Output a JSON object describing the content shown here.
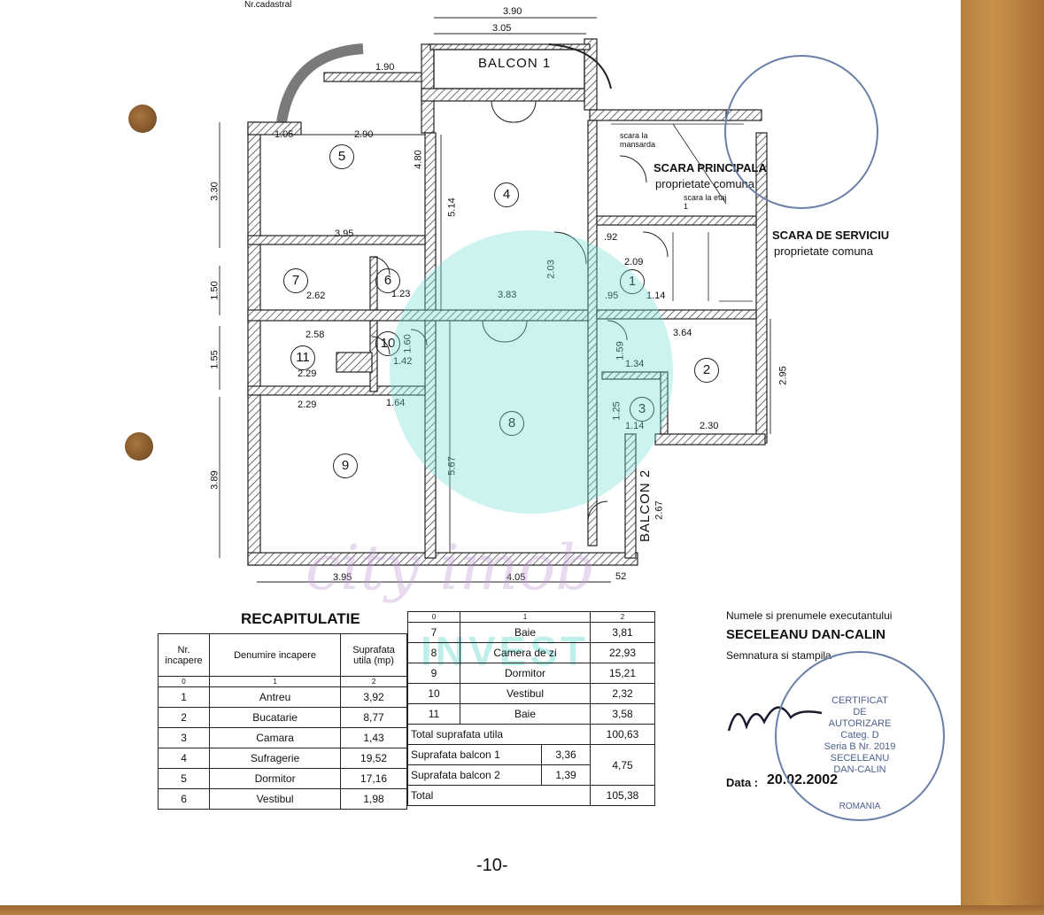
{
  "header": {
    "cadastral": "Nr.cadastral"
  },
  "plan": {
    "balcon1": "BALCON 1",
    "balcon2": "BALCON 2",
    "scara_principala": "SCARA PRINCIPALA",
    "scara_principala_sub": "proprietate comuna",
    "scara_serviciu": "SCARA DE SERVICIU",
    "scara_serviciu_sub": "proprietate comuna",
    "scara_mansarda": "scara la mansarda",
    "scara_etaj1": "scara la etaj 1",
    "rooms": [
      "1",
      "2",
      "3",
      "4",
      "5",
      "6",
      "7",
      "8",
      "9",
      "10",
      "11"
    ],
    "dims": {
      "d390": "3.90",
      "d305": "3.05",
      "d190": "1.90",
      "d105": "1.05",
      "d290": "2.90",
      "d330": "3.30",
      "d395": "3.95",
      "d262": "2.62",
      "d258": "2.58",
      "d229": "2.29",
      "d229b": "2.29",
      "d150": "1.50",
      "d155": "1.55",
      "d389": "3.89",
      "d514": "5.14",
      "d383": "3.83",
      "d203": "2.03",
      "d209": "2.09",
      "d095": ".95",
      "d114": "1.14",
      "d364": "3.64",
      "d295": "2.95",
      "d134": "1.34",
      "d230": "2.30",
      "d114b": "1.14",
      "d567": "5.67",
      "d405": "4.05",
      "d395b": "3.95",
      "d052": "52",
      "d267": "2.67",
      "d480": "4.80",
      "d142": "1.42",
      "d164": "1.64",
      "d123": "1.23",
      "d125": "1.25",
      "d092": ".92",
      "d159": "1.59",
      "d160": "1.60"
    }
  },
  "recap": {
    "title": "RECAPITULATIE",
    "head": {
      "nr": "Nr. incapere",
      "den": "Denumire incapere",
      "sup": "Suprafata utila (mp)"
    },
    "colnums": [
      "0",
      "1",
      "2"
    ],
    "left_rows": [
      {
        "nr": "1",
        "den": "Antreu",
        "sup": "3,92"
      },
      {
        "nr": "2",
        "den": "Bucatarie",
        "sup": "8,77"
      },
      {
        "nr": "3",
        "den": "Camara",
        "sup": "1,43"
      },
      {
        "nr": "4",
        "den": "Sufragerie",
        "sup": "19,52"
      },
      {
        "nr": "5",
        "den": "Dormitor",
        "sup": "17,16"
      },
      {
        "nr": "6",
        "den": "Vestibul",
        "sup": "1,98"
      }
    ],
    "right_rows": [
      {
        "nr": "7",
        "den": "Baie",
        "sup": "3,81"
      },
      {
        "nr": "8",
        "den": "Camera de zi",
        "sup": "22,93"
      },
      {
        "nr": "9",
        "den": "Dormitor",
        "sup": "15,21"
      },
      {
        "nr": "10",
        "den": "Vestibul",
        "sup": "2,32"
      },
      {
        "nr": "11",
        "den": "Baie",
        "sup": "3,58"
      }
    ],
    "total_utila_label": "Total suprafata utila",
    "total_utila": "100,63",
    "balcon1_label": "Suprafata balcon 1",
    "balcon1": "3,36",
    "balcon2_label": "Suprafata balcon 2",
    "balcon2": "1,39",
    "balcon_sum": "4,75",
    "total_label": "Total",
    "total": "105,38"
  },
  "executant": {
    "label": "Numele si prenumele executantului",
    "name": "SECELEANU DAN-CALIN",
    "sign": "Semnatura si stampila",
    "date_label": "Data :",
    "date": "20.02.2002"
  },
  "stamp": {
    "line1": "CERTIFICAT",
    "line2": "DE",
    "line3": "AUTORIZARE",
    "line4": "Categ. D",
    "line5": "Seria B Nr. 2019",
    "line6": "SECELEANU",
    "line7": "DAN-CALIN",
    "line8": "ROMANIA"
  },
  "page_number": "-10-",
  "watermark": {
    "brand": "city imob",
    "invest": "INVEST"
  }
}
